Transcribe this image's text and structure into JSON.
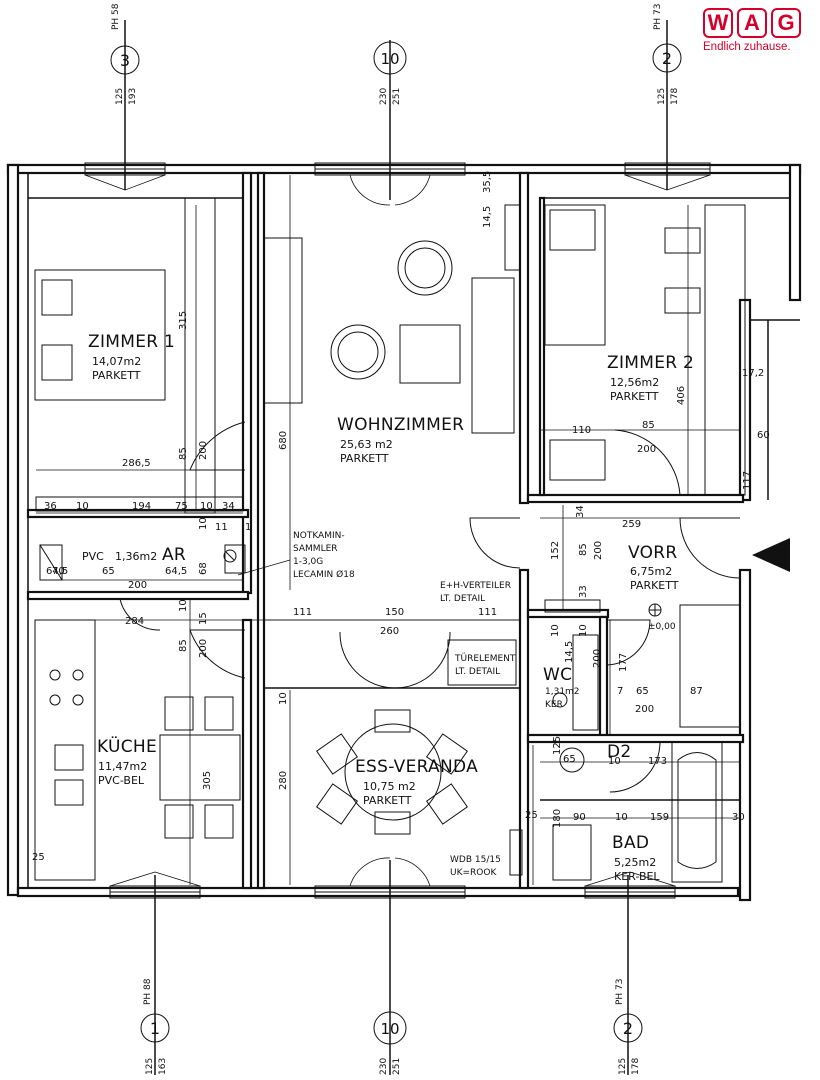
{
  "brand": {
    "letters": [
      "W",
      "A",
      "G"
    ],
    "tagline": "Endlich zuhause.",
    "color": "#d4002a"
  },
  "rooms": {
    "zimmer1": {
      "name": "ZIMMER 1",
      "area": "14,07m2",
      "floor": "PARKETT"
    },
    "wohnzimmer": {
      "name": "WOHNZIMMER",
      "area": "25,63 m2",
      "floor": "PARKETT"
    },
    "zimmer2": {
      "name": "ZIMMER 2",
      "area": "12,56m2",
      "floor": "PARKETT"
    },
    "vorr": {
      "name": "VORR",
      "area": "6,75m2",
      "floor": "PARKETT"
    },
    "ar": {
      "name": "AR",
      "area": "1,36m2",
      "floor": "PVC"
    },
    "kueche": {
      "name": "KÜCHE",
      "area": "11,47m2",
      "floor": "PVC-BEL"
    },
    "essveranda": {
      "name": "ESS-VERANDA",
      "area": "10,75 m2",
      "floor": "PARKETT"
    },
    "wc": {
      "name": "WC",
      "area": "1,31m2",
      "floor": "KER"
    },
    "bad": {
      "name": "BAD",
      "area": "5,25m2",
      "floor": "KER-BEL"
    },
    "d2": {
      "name": "D2"
    }
  },
  "notes": {
    "notkamin": [
      "NOTKAMIN-",
      "SAMMLER",
      "1-3,0G",
      "LECAMIN Ø18"
    ],
    "verteiler": [
      "E+H-VERTEILER",
      "LT. DETAIL"
    ],
    "tuerelement": [
      "TÜRELEMENT",
      "LT. DETAIL"
    ],
    "wdb": [
      "WDB 15/15",
      "UK=ROOK"
    ],
    "level": "±0,00"
  },
  "axes": {
    "top": [
      {
        "label": "3",
        "ph": "PH 58",
        "dims": [
          "125",
          "193"
        ]
      },
      {
        "label": "10",
        "ph": "",
        "dims": [
          "230",
          "251"
        ]
      },
      {
        "label": "2",
        "ph": "PH 73",
        "dims": [
          "125",
          "178"
        ]
      }
    ],
    "bottom": [
      {
        "label": "1",
        "ph": "PH 88",
        "dims": [
          "125",
          "163"
        ]
      },
      {
        "label": "10",
        "ph": "",
        "dims": [
          "230",
          "251"
        ]
      },
      {
        "label": "2",
        "ph": "PH 73",
        "dims": [
          "125",
          "178"
        ]
      }
    ]
  },
  "dimensions": {
    "d_315": "315",
    "d_2865": "286,5",
    "d_85a": "85",
    "d_200a": "200",
    "d_36": "36",
    "d_10a": "10",
    "d_194": "194",
    "d_75": "75",
    "d_10b": "10",
    "d_34a": "34",
    "d_680": "680",
    "d_145": "14,5",
    "d_355": "35,5",
    "d_110": "110",
    "d_85b": "85",
    "d_200b": "200",
    "d_406": "406",
    "d_172": "17,2",
    "d_60": "60",
    "d_117": "117",
    "d_645a": "64,5",
    "d_65": "65",
    "d_645b": "64,5",
    "d_200c": "200",
    "d_284": "284",
    "d_111a": "111",
    "d_150": "150",
    "d_111b": "111",
    "d_260": "260",
    "d_85c": "85",
    "d_200d": "200",
    "d_15": "15",
    "d_259": "259",
    "d_152": "152",
    "d_85d": "85",
    "d_200e": "200",
    "d_34b": "34",
    "d_33": "33",
    "d_10c": "10",
    "d_10d": "10",
    "d_145b": "14,5",
    "d_200f": "200",
    "d_177": "177",
    "d_7": "7",
    "d_65b": "65",
    "d_87": "87",
    "d_200g": "200",
    "d_10e": "10",
    "d_173": "173",
    "d_180": "180",
    "d_90": "90",
    "d_10f": "10",
    "d_159": "159",
    "d_30": "30",
    "d_25a": "25",
    "d_25b": "25",
    "d_305": "305",
    "d_280": "280",
    "d_10g": "10",
    "d_65c": "65",
    "d_125": "125",
    "d_1": "1",
    "d_68": "68",
    "d_70": "70",
    "d_10h": "10",
    "d_11": "11",
    "d_10i": "10"
  }
}
